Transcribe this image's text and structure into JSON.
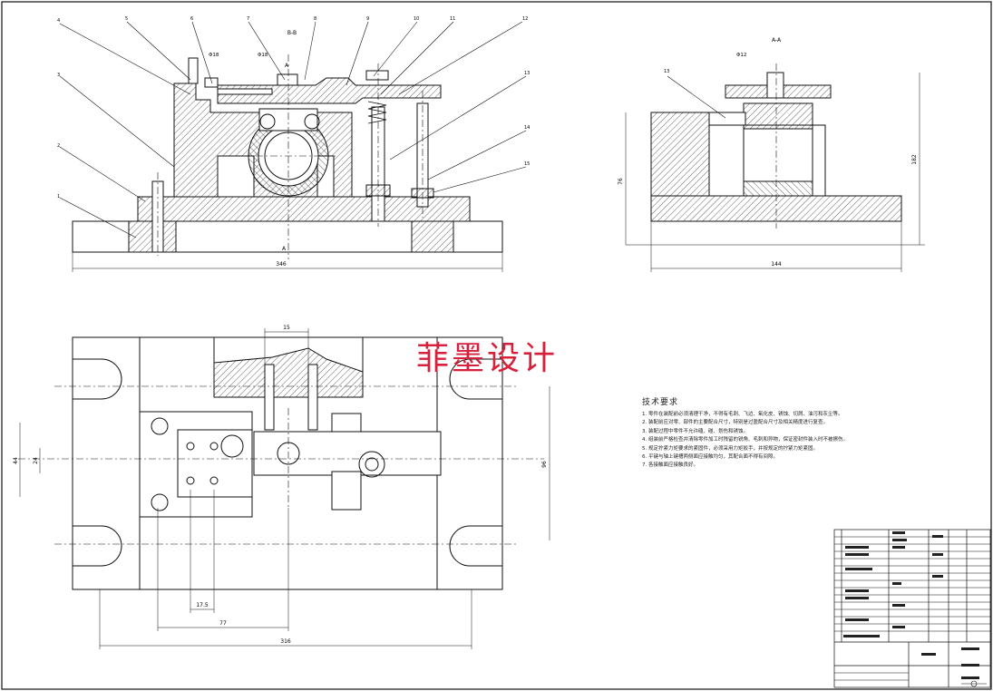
{
  "watermark": "菲墨设计",
  "technical_requirements": {
    "title": "技术要求",
    "items": [
      "1. 零件在装配前必须清理干净，不得有毛刺、飞边、氧化皮、锈蚀、切屑、油污和灰尘等。",
      "2. 装配前应对零、部件的主要配合尺寸，特别是过盈配合尺寸及相关精度进行复查。",
      "3. 装配过程中零件不允许磕、碰、划伤和锈蚀。",
      "4. 组装前严格检查并清除零件加工时残留的锐角、毛刺和异物，保证密封件装入时不被擦伤。",
      "5. 规定拧紧力矩要求的紧固件，必须采用力矩扳手，并按规定的拧紧力矩紧固。",
      "6. 平键与轴上键槽两侧面应接触均匀，其配合面不得有间隙。",
      "7. 各接触面应接触良好。"
    ]
  },
  "section_labels": {
    "b": "B-B",
    "a": "A-A",
    "a_marks": [
      "A",
      "A"
    ]
  },
  "balloons": [
    "1",
    "2",
    "3",
    "4",
    "5",
    "6",
    "7",
    "8",
    "9",
    "10",
    "11",
    "12",
    "13",
    "14",
    "15"
  ],
  "dimensions": {
    "front_width": "346",
    "side_width": "144",
    "side_height": "182",
    "side_left": "76",
    "plan_width": "316",
    "plan_77": "77",
    "plan_25": "17.5",
    "plan_15": "15",
    "plan_96": "96",
    "plan_44": "44",
    "plan_24": "24"
  },
  "tolerances": [
    "Φ18",
    "Φ18",
    "Φ12"
  ]
}
